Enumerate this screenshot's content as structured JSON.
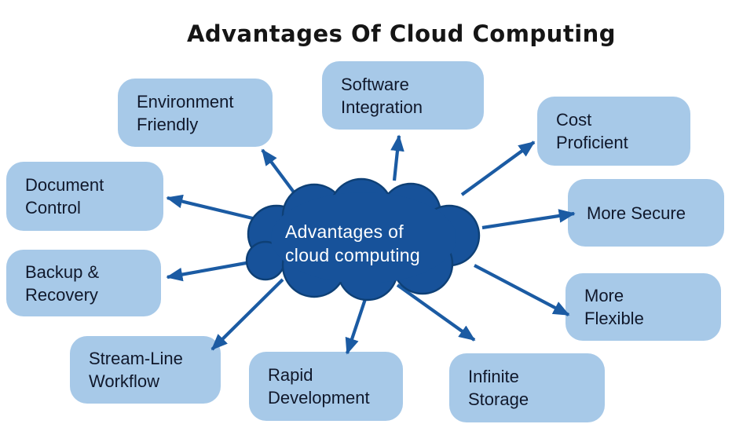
{
  "title": "Advantages Of Cloud Computing",
  "cloud": {
    "line1": "Advantages of",
    "line2": "cloud computing"
  },
  "nodes": {
    "environment": {
      "label": "Environment Friendly"
    },
    "software": {
      "label": "Software Integration"
    },
    "cost": {
      "label": "Cost Proficient"
    },
    "secure": {
      "label": "More Secure"
    },
    "flexible": {
      "label": "More Flexible"
    },
    "document": {
      "label": "Document Control"
    },
    "backup": {
      "label": "Backup & Recovery"
    },
    "stream": {
      "label": "Stream-Line Workflow"
    },
    "rapid": {
      "label": "Rapid Development"
    },
    "infinite": {
      "label": "Infinite Storage"
    }
  },
  "edges": [
    {
      "from": "cloud",
      "to": "environment"
    },
    {
      "from": "cloud",
      "to": "software"
    },
    {
      "from": "cloud",
      "to": "cost"
    },
    {
      "from": "cloud",
      "to": "secure"
    },
    {
      "from": "cloud",
      "to": "flexible"
    },
    {
      "from": "cloud",
      "to": "document"
    },
    {
      "from": "cloud",
      "to": "backup"
    },
    {
      "from": "cloud",
      "to": "stream"
    },
    {
      "from": "cloud",
      "to": "rapid"
    },
    {
      "from": "cloud",
      "to": "infinite"
    }
  ],
  "colors": {
    "box_fill": "#a7c9e8",
    "box_text": "#10182b",
    "cloud_fill": "#17529a",
    "cloud_seam": "#0e4076",
    "arrow": "#1b5ba3",
    "title_color": "#151515",
    "background": "#ffffff"
  }
}
